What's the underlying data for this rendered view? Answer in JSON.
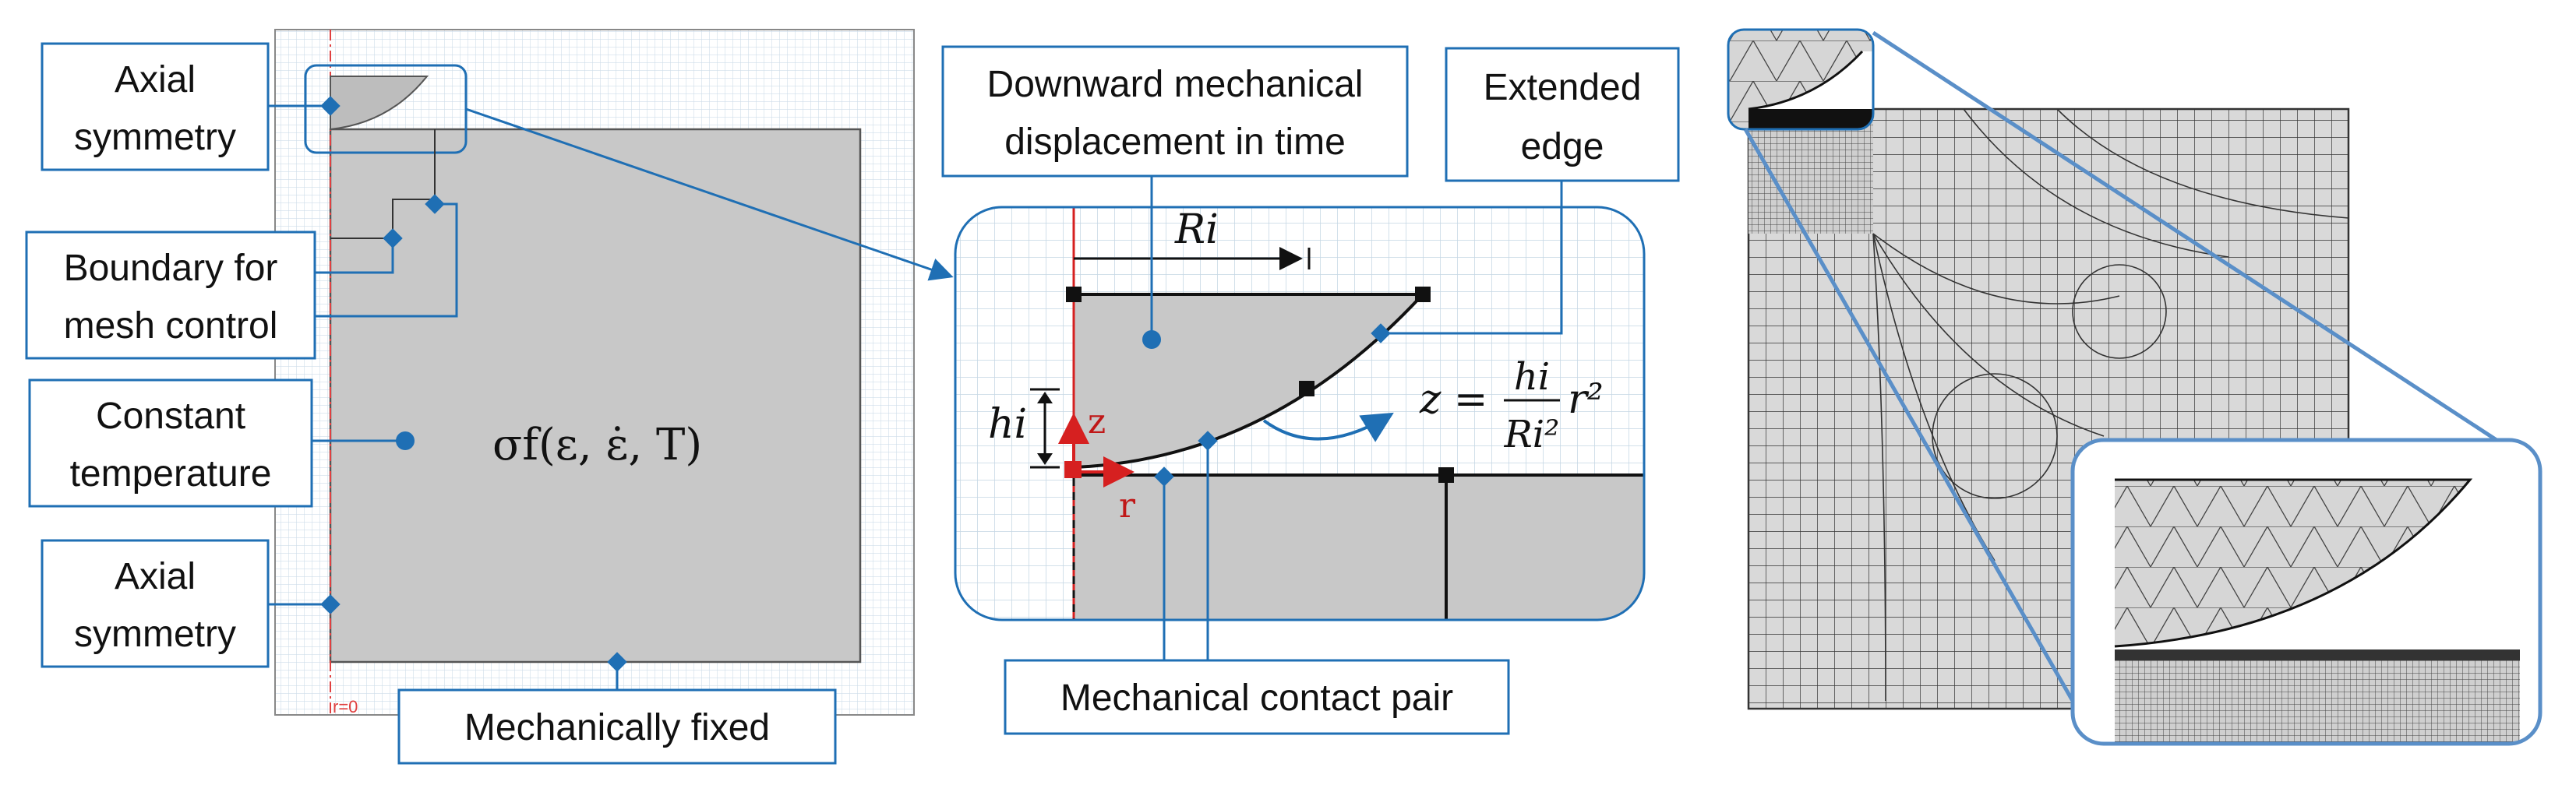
{
  "left": {
    "labels": {
      "axial_top": [
        "Axial",
        "symmetry"
      ],
      "boundary": [
        "Boundary for",
        "mesh control"
      ],
      "constant": [
        "Constant",
        "temperature"
      ],
      "axial_bottom": [
        "Axial",
        "symmetry"
      ],
      "fixed": "Mechanically fixed"
    },
    "material_law": "σf(ε, ε̇, T)",
    "axis_label": "r=0"
  },
  "middle": {
    "labels": {
      "downward": [
        "Downward mechanical",
        "displacement in time"
      ],
      "extended": [
        "Extended",
        "edge"
      ],
      "contact": "Mechanical contact pair"
    },
    "radius_label": "Ri",
    "height_label": "hi",
    "axis_z": "z",
    "axis_r": "r",
    "equation": {
      "lhs": "z =",
      "num": "hi",
      "den": "Ri²",
      "rhs": "r²"
    }
  },
  "colors": {
    "accent": "#1f6fb4",
    "body_fill": "#c8c8c8",
    "grid": "#d9e4ee",
    "axis_red": "#d62020"
  }
}
